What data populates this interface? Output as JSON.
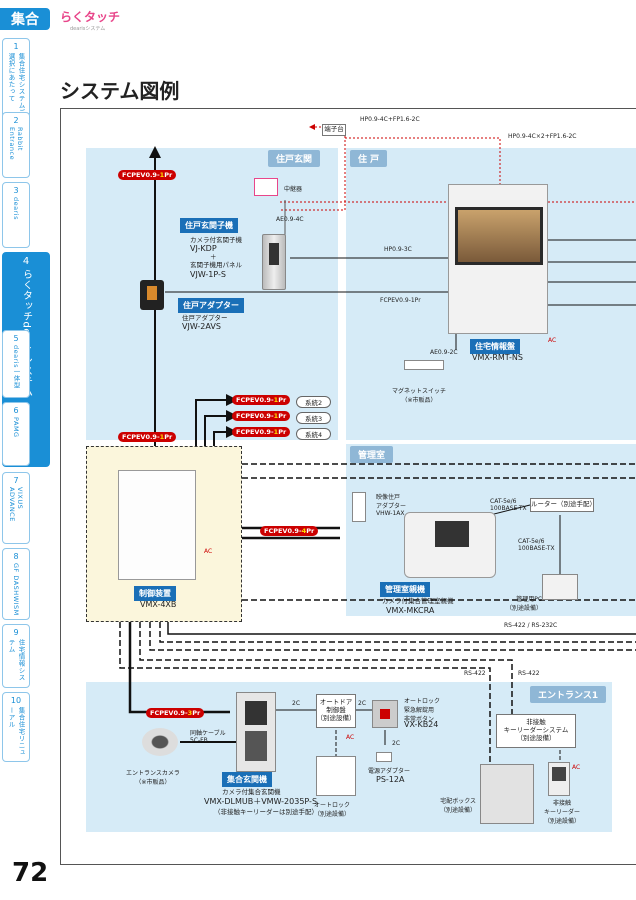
{
  "header": {
    "section_badge": "集合",
    "logo_text": "らくタッチ",
    "logo_sub": "dearisシステム"
  },
  "page_title": "システム図例",
  "page_number": "72",
  "side_tabs": [
    {
      "num": "1",
      "label": "集合住宅システムご選択にあたって"
    },
    {
      "num": "2",
      "label": "Rabbit Entrance"
    },
    {
      "num": "3",
      "label": "dearis"
    },
    {
      "num": "4",
      "label": "らくタッチdearisシステム"
    },
    {
      "num": "5",
      "label": "dearis一体型"
    },
    {
      "num": "6",
      "label": "PAMG"
    },
    {
      "num": "7",
      "label": "VIXUS ADVANCE"
    },
    {
      "num": "8",
      "label": "GF DASHWISM"
    },
    {
      "num": "9",
      "label": "住宅情報システム"
    },
    {
      "num": "10",
      "label": "集合住宅リニューアル"
    }
  ],
  "zones": {
    "genkan": "住戸玄関",
    "juko": "住 戸",
    "kanrishitsu": "管理室",
    "entrance": "エントランス1"
  },
  "cables": {
    "c_up": {
      "pre": "FCPEV0.9-",
      "num": "1",
      "suf": "Pr"
    },
    "c_mid": {
      "pre": "FCPEV0.9-",
      "num": "1",
      "suf": "Pr"
    },
    "c_sys2": {
      "pre": "FCPEV0.9-",
      "num": "1",
      "suf": "Pr"
    },
    "c_sys3": {
      "pre": "FCPEV0.9-",
      "num": "1",
      "suf": "Pr"
    },
    "c_sys4": {
      "pre": "FCPEV0.9-",
      "num": "1",
      "suf": "Pr"
    },
    "c_kanri": {
      "pre": "FCPEV0.9-",
      "num": "4",
      "suf": "Pr"
    },
    "c_ent": {
      "pre": "FCPEV0.9-",
      "num": "3",
      "suf": "Pr"
    }
  },
  "systems": [
    "系統2",
    "系統3",
    "系統4"
  ],
  "labels": {
    "hp_top": "HP0.9-4C+FP1.6-2C",
    "tanshidai": "端子台",
    "hp_right": "HP0.9-4C×2+FP1.6-2C",
    "chukeiki": "中継器",
    "ae_4c": "AE0.9-4C",
    "hp_3c": "HP0.9-3C",
    "fcpev_1pr": "FCPEV0.9-1Pr",
    "ae_2c": "AE0.9-2C",
    "magnet": "マグネットスイッチ\n（※市販品）",
    "cat_a": "CAT-5e/6\n100BASE-TX",
    "router": "ルーター（別途手配）",
    "cat_b": "CAT-5e/6\n100BASE-TX",
    "pc": "管理用PC\n（別途設備）",
    "rs422_232": "RS-422 / RS-232C",
    "rs422_a": "RS-422",
    "rs422_b": "RS-422",
    "ac": "AC",
    "c2_a": "2C",
    "c2_b": "2C",
    "c2_c": "2C",
    "eizo_adapter": "映像住戸\nアダプター\nVHW-1AX",
    "douj_cable": "同軸ケーブル\n5C-FB",
    "cam": "エントランスカメラ\n（※市販品）",
    "autodoor": "オートドア\n制御盤\n（別途設備）",
    "autolock_btn": "オートロック\n緊急解錠用\n非常ボタン",
    "autolock_btn_model": "VX-KB24",
    "power": "電源アダプター",
    "power_model": "PS-12A",
    "autolock": "オートロック\n（別途設備）",
    "takuhai": "宅配ボックス\n（別途設備）",
    "keyless_sys": "非接触\nキーリーダーシステム\n（別途設備）",
    "keyreader": "非接触\nキーリーダー\n（別途設備）"
  },
  "devices": {
    "genkan_slave": {
      "title": "住戸玄関子機",
      "desc": "カメラ付玄関子機",
      "model1": "VJ-KDP",
      "plus": "＋",
      "desc2": "玄関子機用パネル",
      "model2": "VJW-1P-S"
    },
    "adapter": {
      "title": "住戸アダプター",
      "desc": "住戸アダプター",
      "model": "VJW-2AVS"
    },
    "info_panel": {
      "title": "住宅情報盤",
      "model": "VMX-RMT-NS"
    },
    "control": {
      "title": "制御装置",
      "model": "VMX-4XB"
    },
    "kanri_master": {
      "title": "管理室親機",
      "desc": "カメラ付集合管理室親機",
      "model": "VMX-MKCRA"
    },
    "shugo_genkan": {
      "title": "集合玄関機",
      "desc": "カメラ付集合玄関機",
      "model": "VMX-DLMUB＋VMW-2035P-S",
      "note": "（非接触キーリーダーは別途手配）"
    }
  },
  "colors": {
    "accent": "#1a8fd6",
    "cable_red": "#cc0000",
    "zone_bg": "#d6ebf7",
    "kanri_bg": "#fbf6dc"
  }
}
